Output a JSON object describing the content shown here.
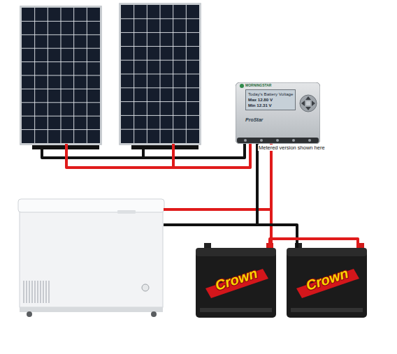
{
  "diagram": {
    "nodes": [
      {
        "text": [
          "Today's Battery Voltage",
          "Max 12.80 V",
          "Min 12.31 V",
          "MORNINGSTAR",
          "ProStar"
        ]
      },
      {
        "text": [
          "Crown"
        ]
      },
      {
        "text": [
          "Crown"
        ]
      }
    ],
    "edges": [
      {
        "from": 0,
        "to": 1,
        "arrow": "none"
      },
      {
        "from": 0,
        "to": 2,
        "arrow": "none"
      },
      {
        "from": 1,
        "to": 2,
        "arrow": "none"
      }
    ],
    "labels": [
      "Metered version shown here"
    ]
  }
}
